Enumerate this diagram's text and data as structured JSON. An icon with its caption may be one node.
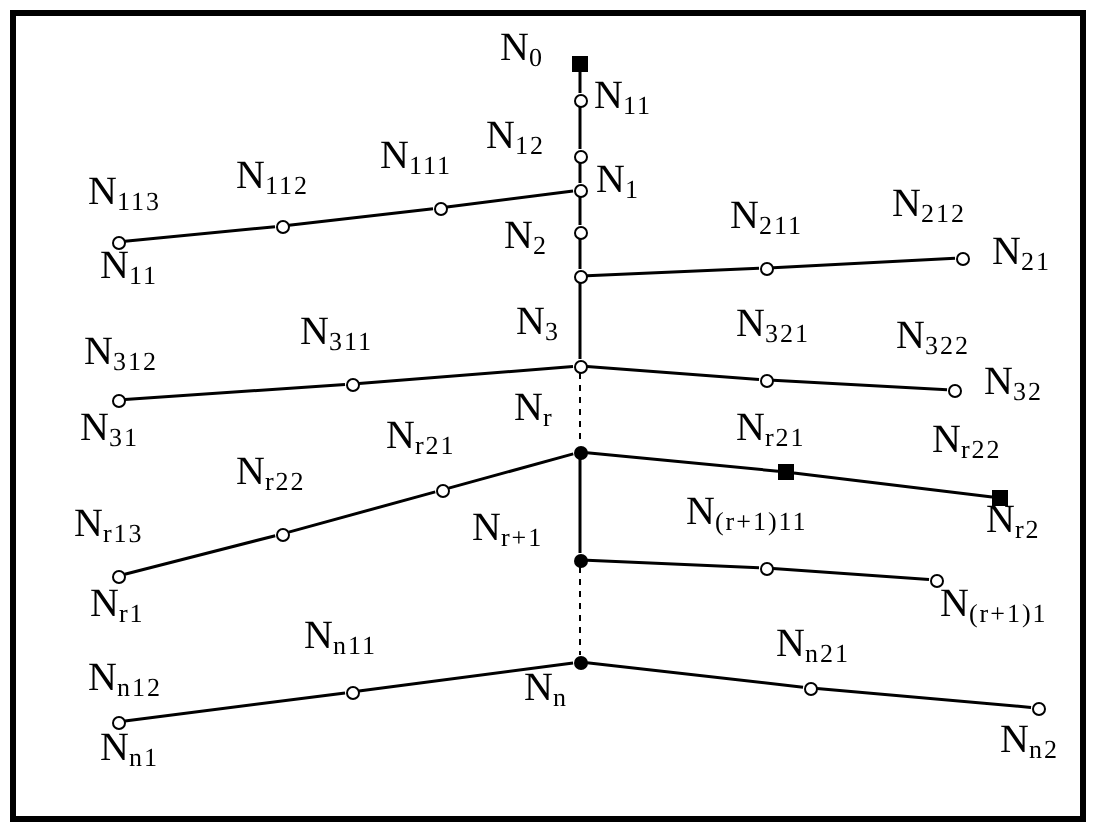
{
  "diagram": {
    "nodes": [
      {
        "text": [],
        "shape": "box",
        "beside": [
          "N$_{0}$"
        ]
      },
      {
        "text": [],
        "shape": "circle",
        "beside": [
          "N$_{11}$"
        ]
      },
      {
        "text": [],
        "shape": "circle",
        "beside": [
          "N$_{12}$"
        ]
      },
      {
        "text": [],
        "shape": "circle",
        "beside": [
          "N$_{1}$"
        ]
      },
      {
        "text": [],
        "shape": "circle"
      },
      {
        "text": [],
        "shape": "circle",
        "beside": [
          "N$_{2}$"
        ]
      },
      {
        "text": [],
        "shape": "circle",
        "beside": [
          "N$_{3}$"
        ]
      },
      {
        "text": [],
        "shape": "dot",
        "beside": [
          "N$_{r}$"
        ]
      },
      {
        "text": [],
        "shape": "dot",
        "beside": [
          "N$_{r+1}$"
        ]
      },
      {
        "text": [],
        "shape": "dot",
        "beside": [
          "N$_{n}$"
        ]
      },
      {
        "text": [],
        "shape": "circle",
        "beside": [
          "N$_{111}$"
        ]
      },
      {
        "text": [],
        "shape": "circle",
        "beside": [
          "N$_{112}$"
        ]
      },
      {
        "text": [],
        "shape": "circle",
        "beside": [
          "N$_{113}$",
          "N$_{11}$"
        ]
      },
      {
        "text": [],
        "shape": "circle",
        "beside": [
          "N$_{211}$"
        ]
      },
      {
        "text": [],
        "shape": "circle",
        "beside": [
          "N$_{212}$",
          "N$_{21}$"
        ]
      },
      {
        "text": [],
        "shape": "circle",
        "beside": [
          "N$_{311}$"
        ]
      },
      {
        "text": [],
        "shape": "circle",
        "beside": [
          "N$_{312}$",
          "N$_{31}$"
        ]
      },
      {
        "text": [],
        "shape": "circle",
        "beside": [
          "N$_{321}$"
        ]
      },
      {
        "text": [],
        "shape": "circle",
        "beside": [
          "N$_{322}$",
          "N$_{32}$"
        ]
      },
      {
        "text": [],
        "shape": "circle",
        "beside": [
          "N$_{r21}$"
        ]
      },
      {
        "text": [],
        "shape": "circle",
        "beside": [
          "N$_{r22}$"
        ]
      },
      {
        "text": [],
        "shape": "circle",
        "beside": [
          "N$_{r13}$",
          "N$_{r1}$"
        ]
      },
      {
        "text": [],
        "shape": "box",
        "beside": [
          "N$_{r21}$"
        ]
      },
      {
        "text": [],
        "shape": "box",
        "beside": [
          "N$_{r22}$",
          "N$_{r2}$"
        ]
      },
      {
        "text": [],
        "shape": "circle",
        "beside": [
          "N$_{(r+1)11}$"
        ]
      },
      {
        "text": [],
        "shape": "circle",
        "beside": [
          "N$_{(r+1)1}$"
        ]
      },
      {
        "text": [],
        "shape": "circle",
        "beside": [
          "N$_{n11}$"
        ]
      },
      {
        "text": [],
        "shape": "circle",
        "beside": [
          "N$_{n12}$",
          "N$_{n1}$"
        ]
      },
      {
        "text": [],
        "shape": "circle",
        "beside": [
          "N$_{n21}$"
        ]
      },
      {
        "text": [],
        "shape": "circle",
        "beside": [
          "N$_{n2}$"
        ]
      }
    ],
    "edges": [
      {
        "from": 0,
        "to": 1,
        "arrow": "none"
      },
      {
        "from": 1,
        "to": 2,
        "arrow": "none"
      },
      {
        "from": 2,
        "to": 3,
        "arrow": "none"
      },
      {
        "from": 3,
        "to": 4,
        "arrow": "none"
      },
      {
        "from": 4,
        "to": 5,
        "arrow": "none"
      },
      {
        "from": 5,
        "to": 6,
        "arrow": "none"
      },
      {
        "from": 6,
        "to": 7,
        "arrow": "none",
        "style": "dashed"
      },
      {
        "from": 7,
        "to": 8,
        "arrow": "none"
      },
      {
        "from": 8,
        "to": 9,
        "arrow": "none",
        "style": "dashed"
      },
      {
        "from": 3,
        "to": 10,
        "arrow": "none"
      },
      {
        "from": 10,
        "to": 11,
        "arrow": "none"
      },
      {
        "from": 11,
        "to": 12,
        "arrow": "none"
      },
      {
        "from": 5,
        "to": 13,
        "arrow": "none"
      },
      {
        "from": 13,
        "to": 14,
        "arrow": "none"
      },
      {
        "from": 6,
        "to": 15,
        "arrow": "none"
      },
      {
        "from": 15,
        "to": 16,
        "arrow": "none"
      },
      {
        "from": 6,
        "to": 17,
        "arrow": "none"
      },
      {
        "from": 17,
        "to": 18,
        "arrow": "none"
      },
      {
        "from": 7,
        "to": 19,
        "arrow": "none"
      },
      {
        "from": 19,
        "to": 20,
        "arrow": "none"
      },
      {
        "from": 20,
        "to": 21,
        "arrow": "none"
      },
      {
        "from": 7,
        "to": 22,
        "arrow": "none"
      },
      {
        "from": 22,
        "to": 23,
        "arrow": "none"
      },
      {
        "from": 8,
        "to": 24,
        "arrow": "none"
      },
      {
        "from": 24,
        "to": 25,
        "arrow": "none"
      },
      {
        "from": 9,
        "to": 26,
        "arrow": "none"
      },
      {
        "from": 26,
        "to": 27,
        "arrow": "none"
      },
      {
        "from": 9,
        "to": 28,
        "arrow": "none"
      },
      {
        "from": 28,
        "to": 29,
        "arrow": "none"
      }
    ]
  }
}
